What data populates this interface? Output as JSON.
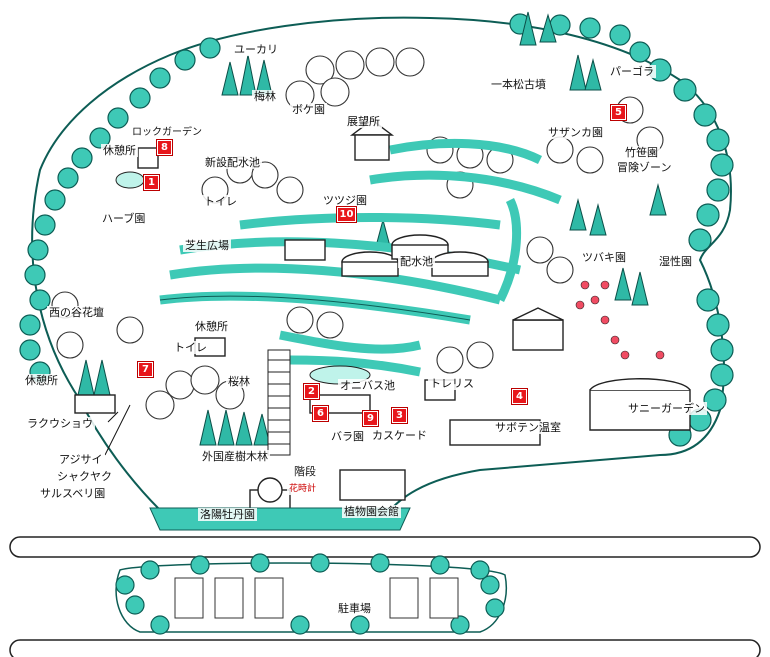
{
  "map": {
    "labels": {
      "eucalyptus": "ユーカリ",
      "plum_grove": "梅林",
      "quince_garden": "ボケ園",
      "observatory": "展望所",
      "ancient_pine": "一本松古墳",
      "pergola": "パーゴラ",
      "rock_garden": "ロックガーデン",
      "rest_area_1": "休憩所",
      "new_reservoir": "新設配水池",
      "sasanqua_garden": "サザンカ園",
      "bamboo_garden": "竹笹園",
      "adventure_zone": "冒険ゾーン",
      "toilet_1": "トイレ",
      "azalea_garden": "ツツジ園",
      "herb_garden": "ハーブ園",
      "lawn_plaza": "芝生広場",
      "reservoir": "配水池",
      "camellia_garden": "ツバキ園",
      "wetland_garden": "湿性園",
      "west_valley_bed": "西の谷花壇",
      "rest_area_2": "休憩所",
      "toilet_2": "トイレ",
      "cherry_grove": "桜林",
      "lotus_pond": "オニバス池",
      "trellis": "トレリス",
      "sunny_garden": "サニーガーデン",
      "rest_area_3": "休憩所",
      "bald_cypress": "ラクウショウ",
      "rose_garden": "バラ園",
      "cascade": "カスケード",
      "cactus_greenhouse": "サボテン温室",
      "hydrangea_etc_1": "アジサイ",
      "hydrangea_etc_2": "シャクヤク",
      "hydrangea_etc_3": "サルスベリ園",
      "foreign_trees": "外国産樹木林",
      "stairs": "階段",
      "flower_clock": "花時計",
      "peony_garden": "洛陽牡丹園",
      "botanical_hall": "植物園会館",
      "parking": "駐車場"
    },
    "markers": {
      "m1": "1",
      "m2": "2",
      "m3": "3",
      "m4": "4",
      "m5": "5",
      "m6": "6",
      "m7": "7",
      "m8": "8",
      "m9": "9",
      "m10": "10"
    },
    "colors": {
      "tree": "#3ec9b6",
      "marker": "#e8161b",
      "outline": "#222222"
    }
  }
}
